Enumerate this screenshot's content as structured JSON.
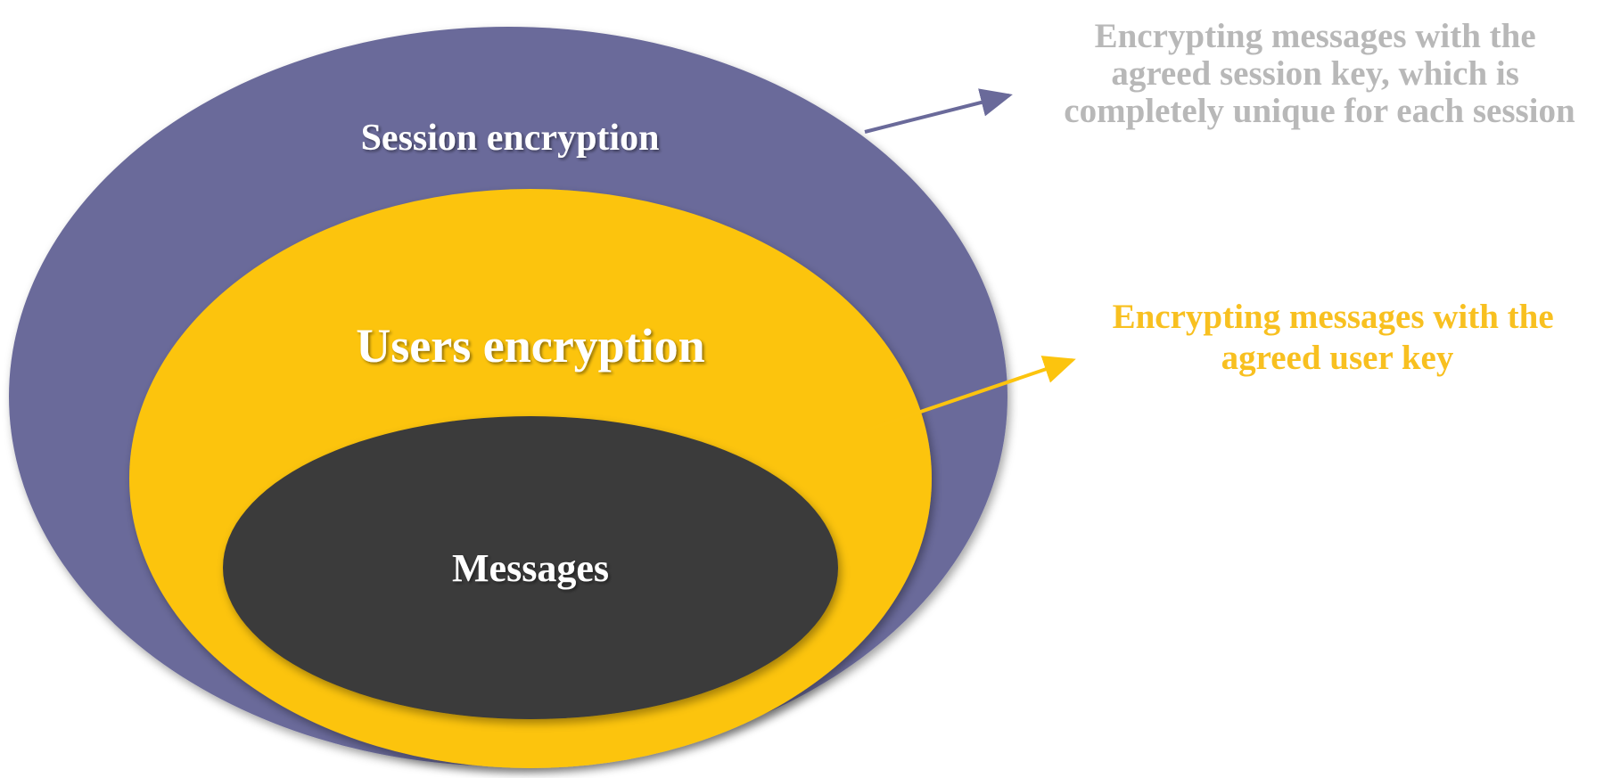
{
  "colors": {
    "session_layer": "#6a6a9a",
    "users_layer": "#fcc40e",
    "messages_layer": "#3a3a3a",
    "session_note": "#b8b8b8",
    "users_note": "#f8c020",
    "label_text": "#ffffff"
  },
  "layers": {
    "session": {
      "label": "Session encryption"
    },
    "users": {
      "label": "Users encryption"
    },
    "messages": {
      "label": "Messages"
    }
  },
  "notes": {
    "session": {
      "lines": [
        "Encrypting messages with the",
        "agreed session key, which is",
        "completely unique for each session"
      ]
    },
    "users": {
      "lines": [
        "Encrypting messages with the",
        "agreed user key"
      ]
    }
  }
}
